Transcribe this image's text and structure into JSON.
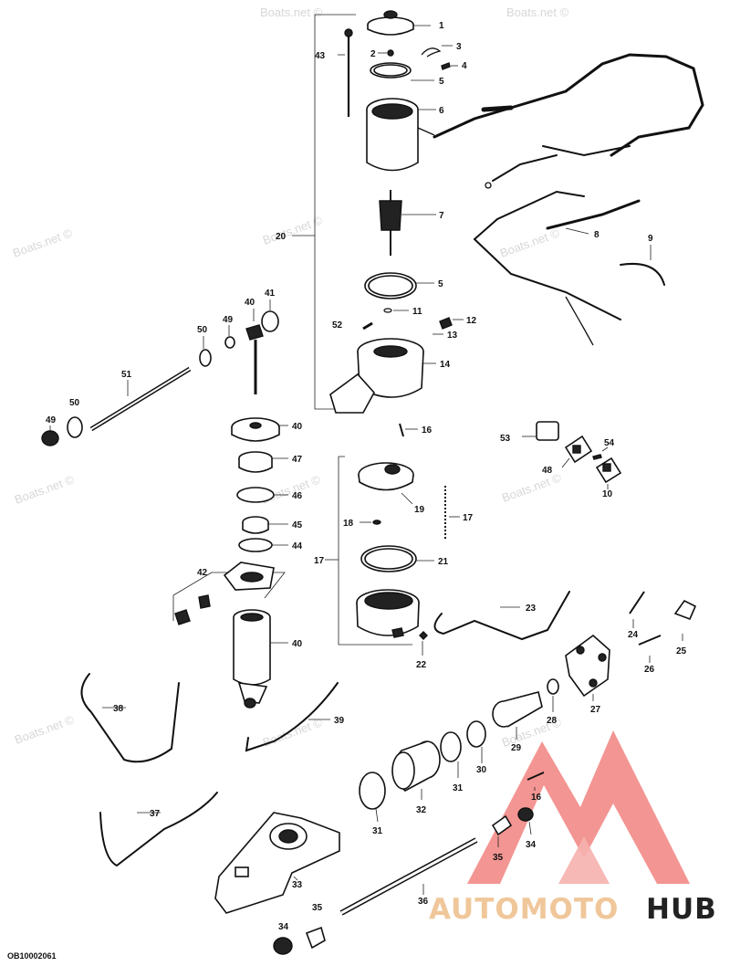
{
  "watermark_text": "Boats.net ©",
  "diagram_code": "OB10002061",
  "brand": {
    "part1": "AUTOMOTO",
    "part2": "HUB",
    "accent": "#f0c79a",
    "logo_red": "#f28a86"
  },
  "callouts": {
    "n1": "1",
    "n2": "2",
    "n3": "3",
    "n4": "4",
    "n5a": "5",
    "n5b": "5",
    "n6": "6",
    "n7": "7",
    "n8": "8",
    "n9": "9",
    "n10": "10",
    "n11": "11",
    "n12": "12",
    "n13": "13",
    "n14": "14",
    "n16a": "16",
    "n16b": "16",
    "n17a": "17",
    "n17b": "17",
    "n18": "18",
    "n19": "19",
    "n20": "20",
    "n21": "21",
    "n22": "22",
    "n23": "23",
    "n24": "24",
    "n25": "25",
    "n26": "26",
    "n27": "27",
    "n28": "28",
    "n29": "29",
    "n30": "30",
    "n31a": "31",
    "n31b": "31",
    "n32": "32",
    "n33": "33",
    "n34a": "34",
    "n34b": "34",
    "n35a": "35",
    "n35b": "35",
    "n36": "36",
    "n37": "37",
    "n38": "38",
    "n39": "39",
    "n40a": "40",
    "n40b": "40",
    "n40c": "40",
    "n41": "41",
    "n42": "42",
    "n43": "43",
    "n44": "44",
    "n45": "45",
    "n46": "46",
    "n47": "47",
    "n48": "48",
    "n49a": "49",
    "n49b": "49",
    "n50a": "50",
    "n50b": "50",
    "n51": "51",
    "n52": "52",
    "n53": "53",
    "n54": "54"
  }
}
